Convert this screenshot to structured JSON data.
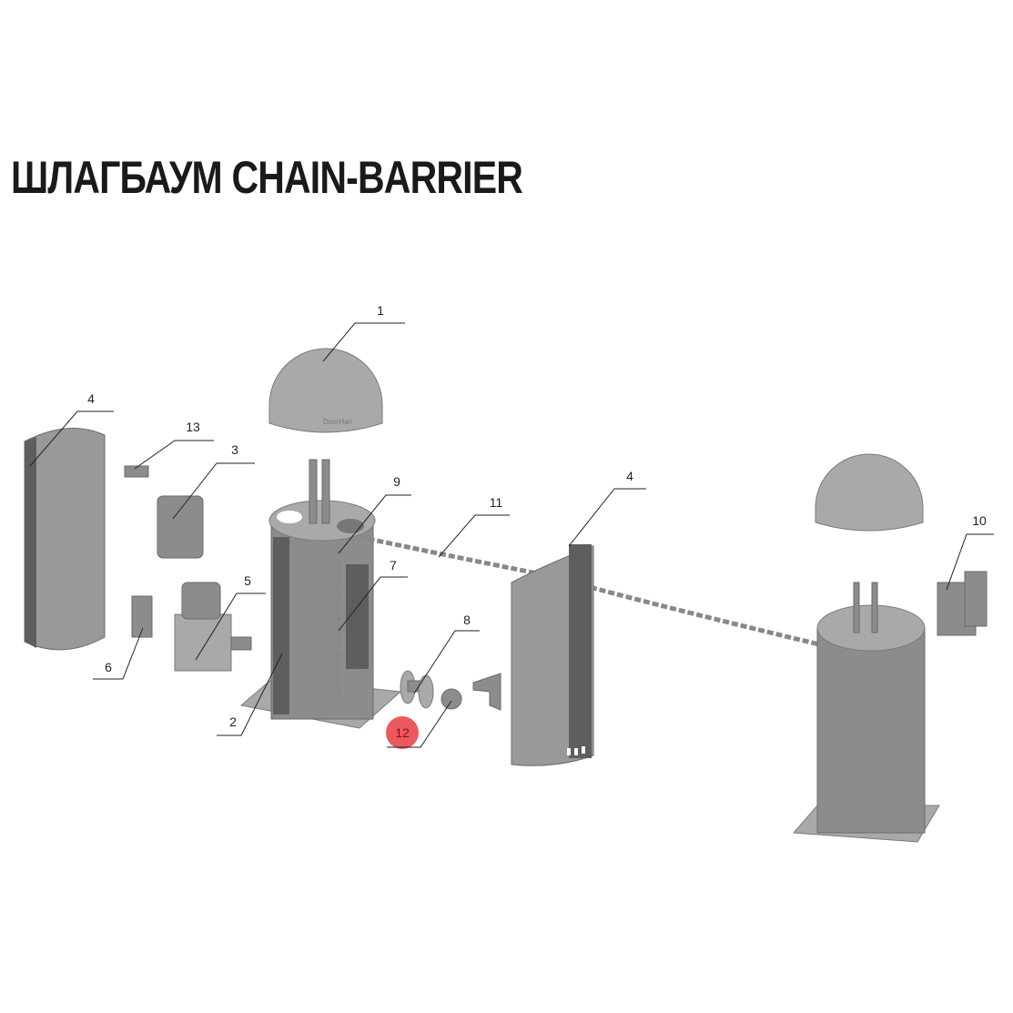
{
  "title": "ШЛАГБАУМ CHAIN-BARRIER",
  "dome_brand": "DoorHan",
  "callouts": {
    "c1": "1",
    "c2": "2",
    "c3": "3",
    "c4a": "4",
    "c4b": "4",
    "c5": "5",
    "c6": "6",
    "c7": "7",
    "c8": "8",
    "c9": "9",
    "c10": "10",
    "c11": "11",
    "c12": "12",
    "c13": "13"
  },
  "highlight_color": "#e8474c"
}
